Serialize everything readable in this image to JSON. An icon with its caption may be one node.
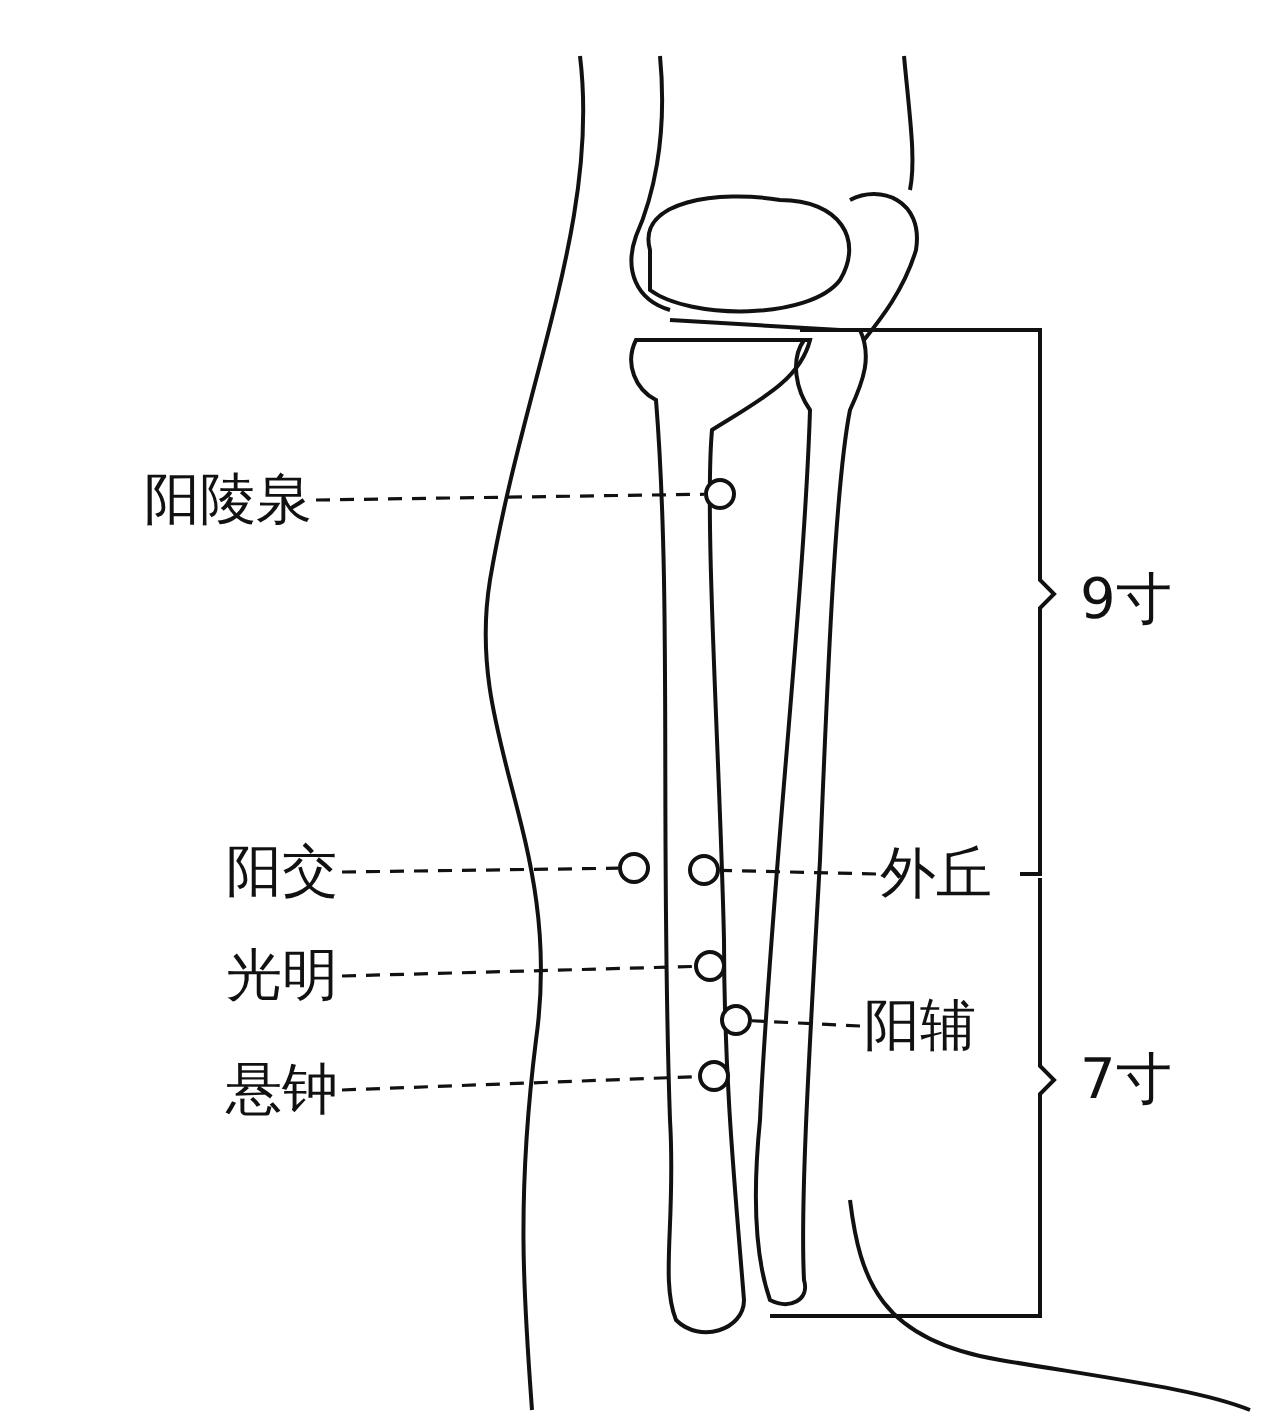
{
  "diagram": {
    "nodes": [
      {
        "text": [
          "阳陵泉"
        ]
      },
      {
        "text": [],
        "shape": "circle"
      },
      {
        "text": [
          "阳交"
        ]
      },
      {
        "text": [],
        "shape": "circle"
      },
      {
        "text": [],
        "shape": "circle"
      },
      {
        "text": [
          "外丘"
        ]
      },
      {
        "text": [
          "光明"
        ]
      },
      {
        "text": [],
        "shape": "circle"
      },
      {
        "text": [],
        "shape": "circle"
      },
      {
        "text": [
          "阳辅"
        ]
      },
      {
        "text": [
          "悬钟"
        ]
      },
      {
        "text": [],
        "shape": "circle"
      }
    ],
    "edges": [
      {
        "from": 0,
        "to": 1,
        "arrow": "none",
        "style": "dashed"
      },
      {
        "from": 2,
        "to": 3,
        "arrow": "none",
        "style": "dashed"
      },
      {
        "from": 5,
        "to": 4,
        "arrow": "none",
        "style": "dashed"
      },
      {
        "from": 6,
        "to": 7,
        "arrow": "none",
        "style": "dashed"
      },
      {
        "from": 9,
        "to": 8,
        "arrow": "none",
        "style": "dashed"
      },
      {
        "from": 10,
        "to": 11,
        "arrow": "none",
        "style": "dashed"
      }
    ],
    "labels": [
      "9寸",
      "7寸"
    ]
  }
}
